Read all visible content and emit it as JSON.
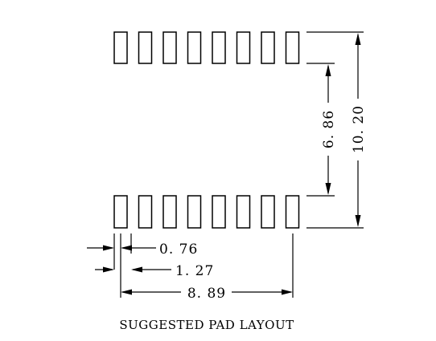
{
  "diagram": {
    "pads_per_row": 8,
    "pad_width": 0.76,
    "pad_pitch": 1.27,
    "row_span": 8.89,
    "inner_gap": 6.86,
    "outer_span": 10.2,
    "labels": {
      "pad_width": "0. 76",
      "pad_pitch": "1. 27",
      "row_span": "8. 89",
      "inner_gap": "6. 86",
      "outer_span": "10. 20"
    },
    "caption": "SUGGESTED PAD LAYOUT"
  }
}
